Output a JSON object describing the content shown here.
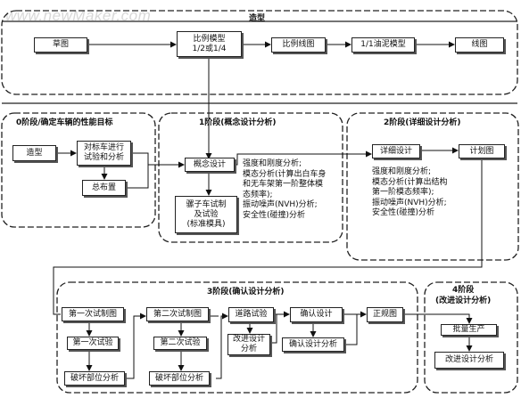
{
  "watermark": "www.newMaker.com",
  "phases": {
    "styling": "造型",
    "p0": "0阶段/确定车辆的性能目标",
    "p1": "1阶段(概念设计分析)",
    "p2": "2阶段(详细设计分析)",
    "p3": "3阶段(确认设计分析)",
    "p4": "4阶段\n(改进设计分析)"
  },
  "nodes": {
    "sketch": "草图",
    "scale_model": "比例模型\n1/2或1/4",
    "scale_drawing": "比例线图",
    "clay_model": "1/1油泥模型",
    "line_drawing": "线图",
    "styling": "造型",
    "benchmark": "对标车进行\n试验和分析",
    "general_layout": "总布置",
    "concept_design": "概念设计",
    "mule_car": "骡子车试制\n及试验\n(标准模具)",
    "detail_design": "详细设计",
    "plan_drawing": "计划图",
    "proto1": "第一次试制图",
    "test1": "第一次试验",
    "damage1": "破坏部位分析",
    "proto2": "第二次试制图",
    "test2": "第二次试验",
    "damage2": "破坏部位分析",
    "road_test": "道路试验",
    "improve_design": "改进设计\n分析",
    "confirm_design": "确认设计",
    "confirm_analysis": "确认设计分析",
    "final_drawing": "正规图",
    "mass_production": "批量生产",
    "improve_analysis": "改进设计分析"
  },
  "notes": {
    "p1_analysis": "强度和刚度分析;\n模态分析(计算出白车身\n和无车架第一阶整体模\n态频率);\n振动噪声(NVH)分析;\n安全性(碰撞)分析",
    "p2_analysis": "强度和刚度分析;\n模态分析(计算出结构\n第一阶模态频率);\n振动噪声(NVH)分析;\n安全性(碰撞)分析"
  }
}
